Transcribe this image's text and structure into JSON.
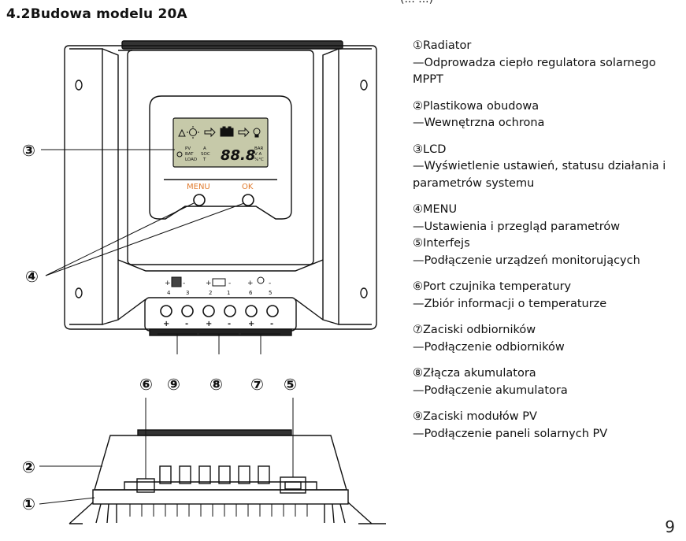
{
  "heading": "4.2Budowa modelu 20A",
  "top_fragment": "(... ...)",
  "front_view": {
    "callouts": {
      "lcd": "③",
      "buttons": "④",
      "sensor": "⑥",
      "pv": "⑨",
      "battery": "⑧",
      "load": "⑦",
      "interface": "⑤"
    },
    "button_menu": "MENU",
    "button_ok": "OK",
    "lcd_digits": "88.8",
    "lcd_small_left": [
      "PV",
      "BAT",
      "LOAD"
    ],
    "lcd_small_mid": [
      "A",
      "SOC",
      "T"
    ],
    "lcd_small_right": [
      "BAR",
      "V A",
      "%°C"
    ],
    "terminal_numbers": [
      "4",
      "3",
      "2",
      "1",
      "6",
      "5"
    ],
    "terminal_polarity": [
      "+",
      "-",
      "+",
      "-",
      "+",
      "-"
    ]
  },
  "side_view": {
    "callouts": {
      "housing": "②",
      "radiator": "①"
    }
  },
  "legend": [
    {
      "title": "①Radiator",
      "desc": "—Odprowadza ciepło regulatora solarnego MPPT"
    },
    {
      "title": "②Plastikowa obudowa",
      "desc": "—Wewnętrzna ochrona"
    },
    {
      "title": "③LCD",
      "desc": "—Wyświetlenie ustawień, statusu działania i parametrów systemu"
    },
    {
      "title": "④MENU",
      "desc": "—Ustawienia i przegląd parametrów"
    },
    {
      "title": "⑤Interfejs",
      "desc": "—Podłączenie urządzeń monitorujących"
    },
    {
      "title": "⑥Port czujnika temperatury",
      "desc": "—Zbiór informacji o temperaturze"
    },
    {
      "title": "⑦Zaciski odbiorników",
      "desc": "—Podłączenie odbiorników"
    },
    {
      "title": "⑧Złącza akumulatora",
      "desc": "—Podłączenie akumulatora"
    },
    {
      "title": "⑨Zaciski modułów PV",
      "desc": "—Podłączenie paneli solarnych PV"
    }
  ],
  "page_number": "9",
  "colors": {
    "lcd_screen": "#c6c9a9",
    "button_label": "#e07b2e",
    "line": "#111111"
  }
}
